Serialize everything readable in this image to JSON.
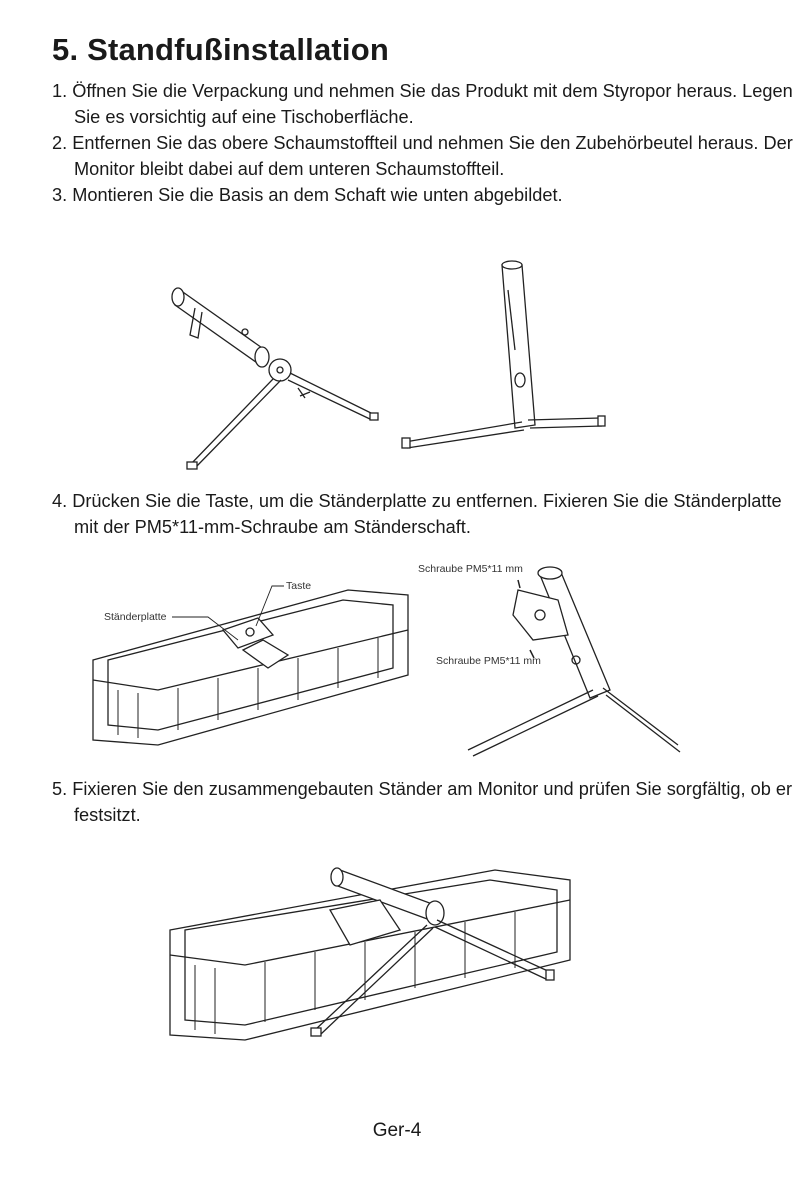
{
  "title": "5. Standfußinstallation",
  "steps": [
    "1. Öffnen Sie die Verpackung und nehmen Sie das Produkt mit dem Styropor heraus. Legen Sie es vorsichtig auf eine Tischoberfläche.",
    "2. Entfernen Sie das obere Schaumstoffteil und nehmen Sie den Zubehörbeutel heraus. Der Monitor bleibt dabei auf dem unteren Schaumstoffteil.",
    "3. Montieren Sie die Basis an dem Schaft wie unten abgebildet.",
    "4. Drücken Sie die Taste, um die Ständerplatte zu entfernen. Fixieren Sie die Ständerplatte mit der PM5*11-mm-Schraube am Ständerschaft.",
    "5. Fixieren Sie den zusammengebauten Ständer am Monitor und prüfen Sie sorgfältig, ob er festsitzt."
  ],
  "labels": {
    "taste": "Taste",
    "staenderplatte": "Ständerplatte",
    "schraube_top": "Schraube PM5*11 mm",
    "schraube_bottom": "Schraube PM5*11 mm"
  },
  "page_number": "Ger-4"
}
